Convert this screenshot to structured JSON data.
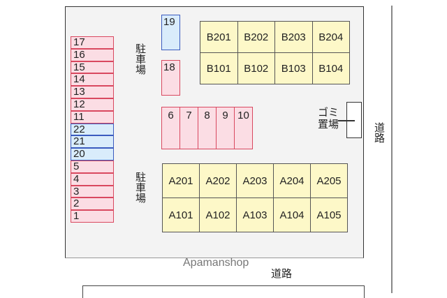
{
  "colors": {
    "standard_space": "#fbdde4",
    "standard_border": "#d9485f",
    "special_space": "#d9ecfb",
    "special_border": "#3a5bbf",
    "building": "#fdf8c8",
    "lot_background": "#f3f3f3"
  },
  "left_column_spaces": [
    {
      "label": "17",
      "type": "pink"
    },
    {
      "label": "16",
      "type": "pink"
    },
    {
      "label": "15",
      "type": "pink"
    },
    {
      "label": "14",
      "type": "pink"
    },
    {
      "label": "13",
      "type": "pink"
    },
    {
      "label": "12",
      "type": "pink"
    },
    {
      "label": "11",
      "type": "pink"
    },
    {
      "label": "22",
      "type": "blue"
    },
    {
      "label": "21",
      "type": "blue"
    },
    {
      "label": "20",
      "type": "blue"
    },
    {
      "label": "5",
      "type": "pink"
    },
    {
      "label": "4",
      "type": "pink"
    },
    {
      "label": "3",
      "type": "pink"
    },
    {
      "label": "2",
      "type": "pink"
    },
    {
      "label": "1",
      "type": "pink"
    }
  ],
  "single_spaces": {
    "space_19": "19",
    "space_18": "18"
  },
  "middle_row_spaces": [
    "6",
    "7",
    "8",
    "9",
    "10"
  ],
  "building_b": {
    "floor2": [
      "B201",
      "B202",
      "B203",
      "B204"
    ],
    "floor1": [
      "B101",
      "B102",
      "B103",
      "B104"
    ]
  },
  "building_a": {
    "floor2": [
      "A201",
      "A202",
      "A203",
      "A204",
      "A205"
    ],
    "floor1": [
      "A101",
      "A102",
      "A103",
      "A104",
      "A105"
    ]
  },
  "labels": {
    "parking_top": "駐車場",
    "parking_bottom": "駐車場",
    "garbage_line1": "ゴミ",
    "garbage_line2": "置場",
    "road_right": "道路",
    "road_bottom": "道路",
    "watermark": "Apamanshop"
  }
}
